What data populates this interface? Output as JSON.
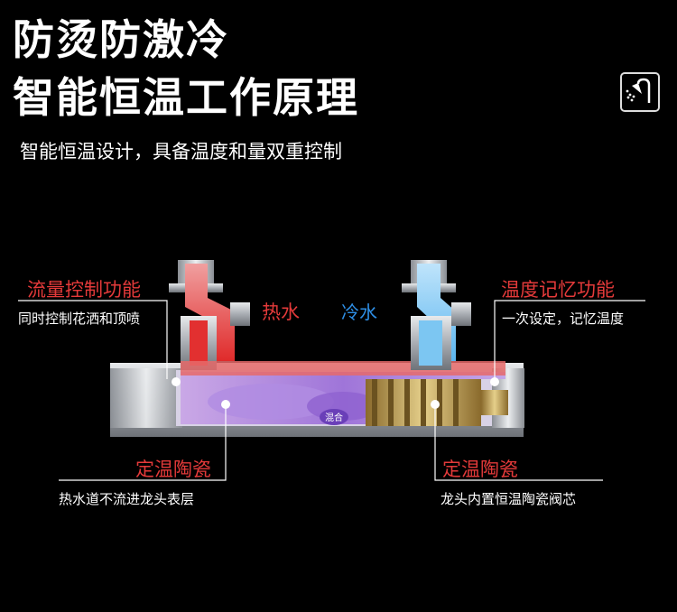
{
  "header": {
    "title_line1": "防烫防激冷",
    "title_line2": "智能恒温工作原理",
    "subtitle": "智能恒温设计，具备温度和量双重控制",
    "badge_icon": "shower-icon"
  },
  "callouts": {
    "flow_title": "流量控制功能",
    "flow_desc": "同时控制花洒和顶喷",
    "memory_title": "温度记忆功能",
    "memory_desc": "一次设定，记忆温度",
    "ceramic_left_title": "定温陶瓷",
    "ceramic_left_desc": "热水道不流进龙头表层",
    "ceramic_right_title": "定温陶瓷",
    "ceramic_right_desc": "龙头内置恒温陶瓷阀芯"
  },
  "inlets": {
    "hot": "热水",
    "cold": "冷水"
  },
  "mix_label": "混合",
  "colors": {
    "hot": "#e32b2b",
    "cold": "#2e8fe6",
    "mix": "#8a5fd0",
    "metal": "#b8bcc2",
    "callout_red": "#e43a3a"
  }
}
